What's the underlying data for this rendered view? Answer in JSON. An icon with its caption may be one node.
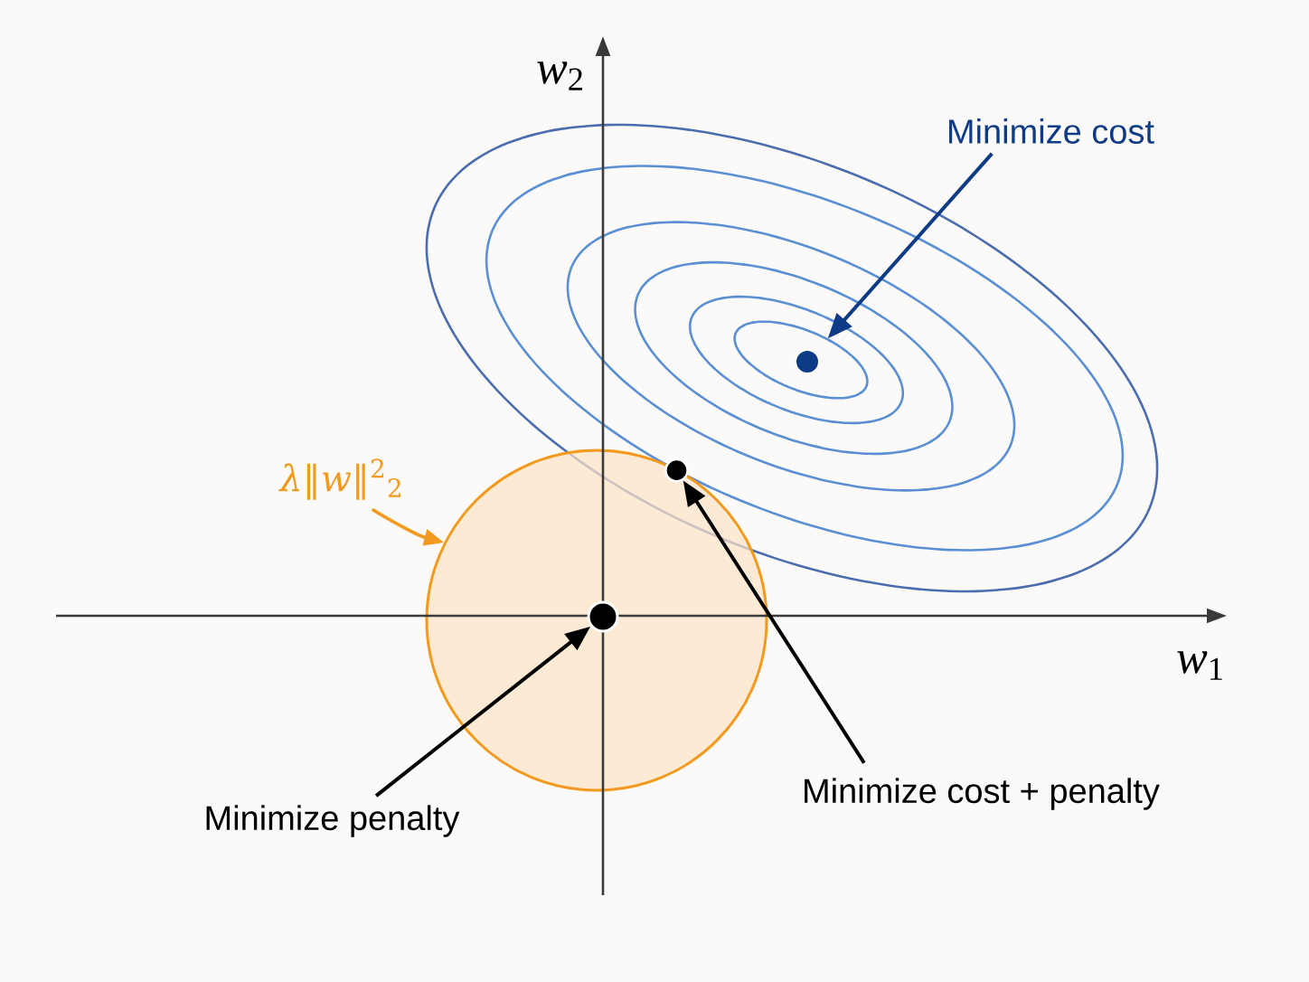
{
  "diagram": {
    "nodes": [
      {
        "text": [
          "Minimize cost"
        ]
      },
      {
        "text": [],
        "shape": "circle"
      },
      {
        "text": [
          "*λ*‖*w*‖$^{2}$$_{2}$"
        ]
      },
      {
        "text": [],
        "shape": "circle"
      },
      {
        "text": [],
        "shape": "circle"
      },
      {
        "text": [],
        "shape": "circle",
        "in": 3
      },
      {
        "text": [
          "Minimize cost + penalty"
        ]
      },
      {
        "text": [
          "Minimize penalty"
        ]
      }
    ],
    "edges": [
      {
        "from": 0,
        "to": 1,
        "arrow": "to",
        "color": "#0d3b85"
      },
      {
        "from": 2,
        "to": 3,
        "arrow": "to",
        "color": "#f39a1e"
      },
      {
        "from": 7,
        "to": 5,
        "arrow": "to"
      },
      {
        "from": 6,
        "to": 4,
        "arrow": "to"
      }
    ],
    "labels": [
      "*w*$_{2}$",
      "*w*$_{1}$"
    ]
  }
}
